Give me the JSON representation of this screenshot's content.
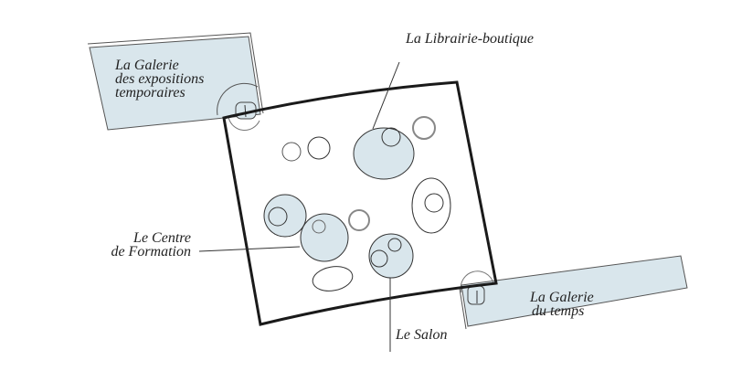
{
  "colors": {
    "room_fill": "#d9e6ec",
    "wall": "#1a1a1a",
    "line": "#333333"
  },
  "labels": {
    "galerie_expositions": [
      "La Galerie",
      "des expositions",
      "temporaires"
    ],
    "librairie": "La Librairie-boutique",
    "formation": [
      "Le Centre",
      "de Formation"
    ],
    "salon": "Le Salon",
    "galerie_temps": [
      "La Galerie",
      "du temps"
    ]
  }
}
